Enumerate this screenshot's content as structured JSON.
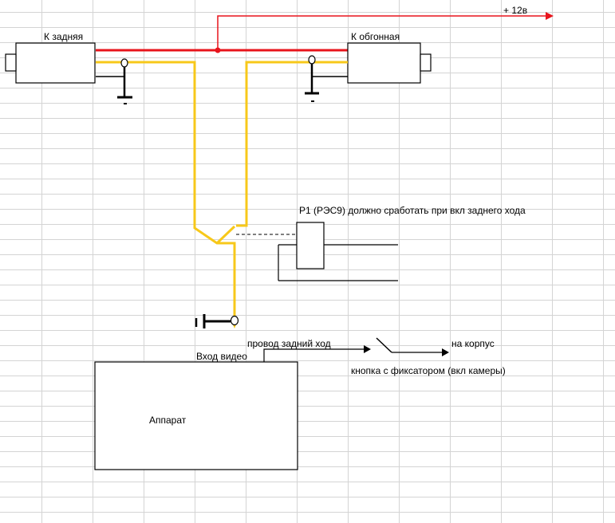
{
  "labels": {
    "power": "+ 12в",
    "rear_camera": "К задняя",
    "front_camera": "К обгонная",
    "relay": "P1  (РЭС9) должно сработать при вкл заднего хода",
    "video_input": "Вход видео",
    "reverse_wire": "провод задний ход",
    "to_chassis": "на корпус",
    "button": "кнопка с фиксатором (вкл камеры)",
    "device": "Аппарат"
  },
  "colors": {
    "power_wire": "#e8141c",
    "video_wire": "#f7c81a",
    "ground": "#000000",
    "grid_line": "#d4d4d4"
  }
}
